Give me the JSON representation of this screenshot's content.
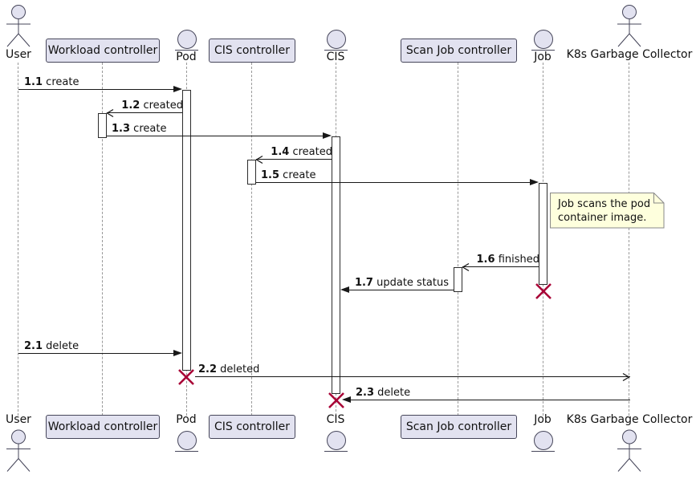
{
  "diagram_type": "uml-sequence-diagram",
  "colors": {
    "participant_fill": "#E2E2F0",
    "participant_border": "#46465A",
    "arrow": "#181818",
    "lifeline": "#999999",
    "destroy_x": "#A80036",
    "note_fill": "#FEFFDD",
    "note_border": "#888888"
  },
  "participants": [
    {
      "id": "user",
      "name": "User",
      "kind": "actor"
    },
    {
      "id": "workload-controller",
      "name": "Workload controller",
      "kind": "participant"
    },
    {
      "id": "pod",
      "name": "Pod",
      "kind": "entity"
    },
    {
      "id": "cis-controller",
      "name": "CIS controller",
      "kind": "participant"
    },
    {
      "id": "cis",
      "name": "CIS",
      "kind": "entity"
    },
    {
      "id": "scan-job-controller",
      "name": "Scan Job controller",
      "kind": "participant"
    },
    {
      "id": "job",
      "name": "Job",
      "kind": "entity"
    },
    {
      "id": "k8s-garbage-collector",
      "name": "K8s Garbage Collector",
      "kind": "actor"
    }
  ],
  "messages": [
    {
      "num": "1.1",
      "text": "create",
      "from": "User",
      "to": "Pod",
      "arrow": "filled"
    },
    {
      "num": "1.2",
      "text": "created",
      "from": "Pod",
      "to": "Workload controller",
      "arrow": "open"
    },
    {
      "num": "1.3",
      "text": "create",
      "from": "Workload controller",
      "to": "CIS",
      "arrow": "filled"
    },
    {
      "num": "1.4",
      "text": "created",
      "from": "CIS",
      "to": "CIS controller",
      "arrow": "open"
    },
    {
      "num": "1.5",
      "text": "create",
      "from": "CIS controller",
      "to": "Job",
      "arrow": "filled"
    },
    {
      "num": "1.6",
      "text": "finished",
      "from": "Job",
      "to": "Scan Job controller",
      "arrow": "open"
    },
    {
      "num": "1.7",
      "text": "update status",
      "from": "Scan Job controller",
      "to": "CIS",
      "arrow": "filled"
    },
    {
      "num": "2.1",
      "text": "delete",
      "from": "User",
      "to": "Pod",
      "arrow": "filled"
    },
    {
      "num": "2.2",
      "text": "deleted",
      "from": "Pod",
      "to": "K8s Garbage Collector",
      "arrow": "open"
    },
    {
      "num": "2.3",
      "text": "delete",
      "from": "K8s Garbage Collector",
      "to": "CIS",
      "arrow": "filled"
    }
  ],
  "note": {
    "line1": "Job scans the pod",
    "line2": "container image."
  },
  "destroyed": [
    "Job",
    "Pod",
    "CIS"
  ]
}
